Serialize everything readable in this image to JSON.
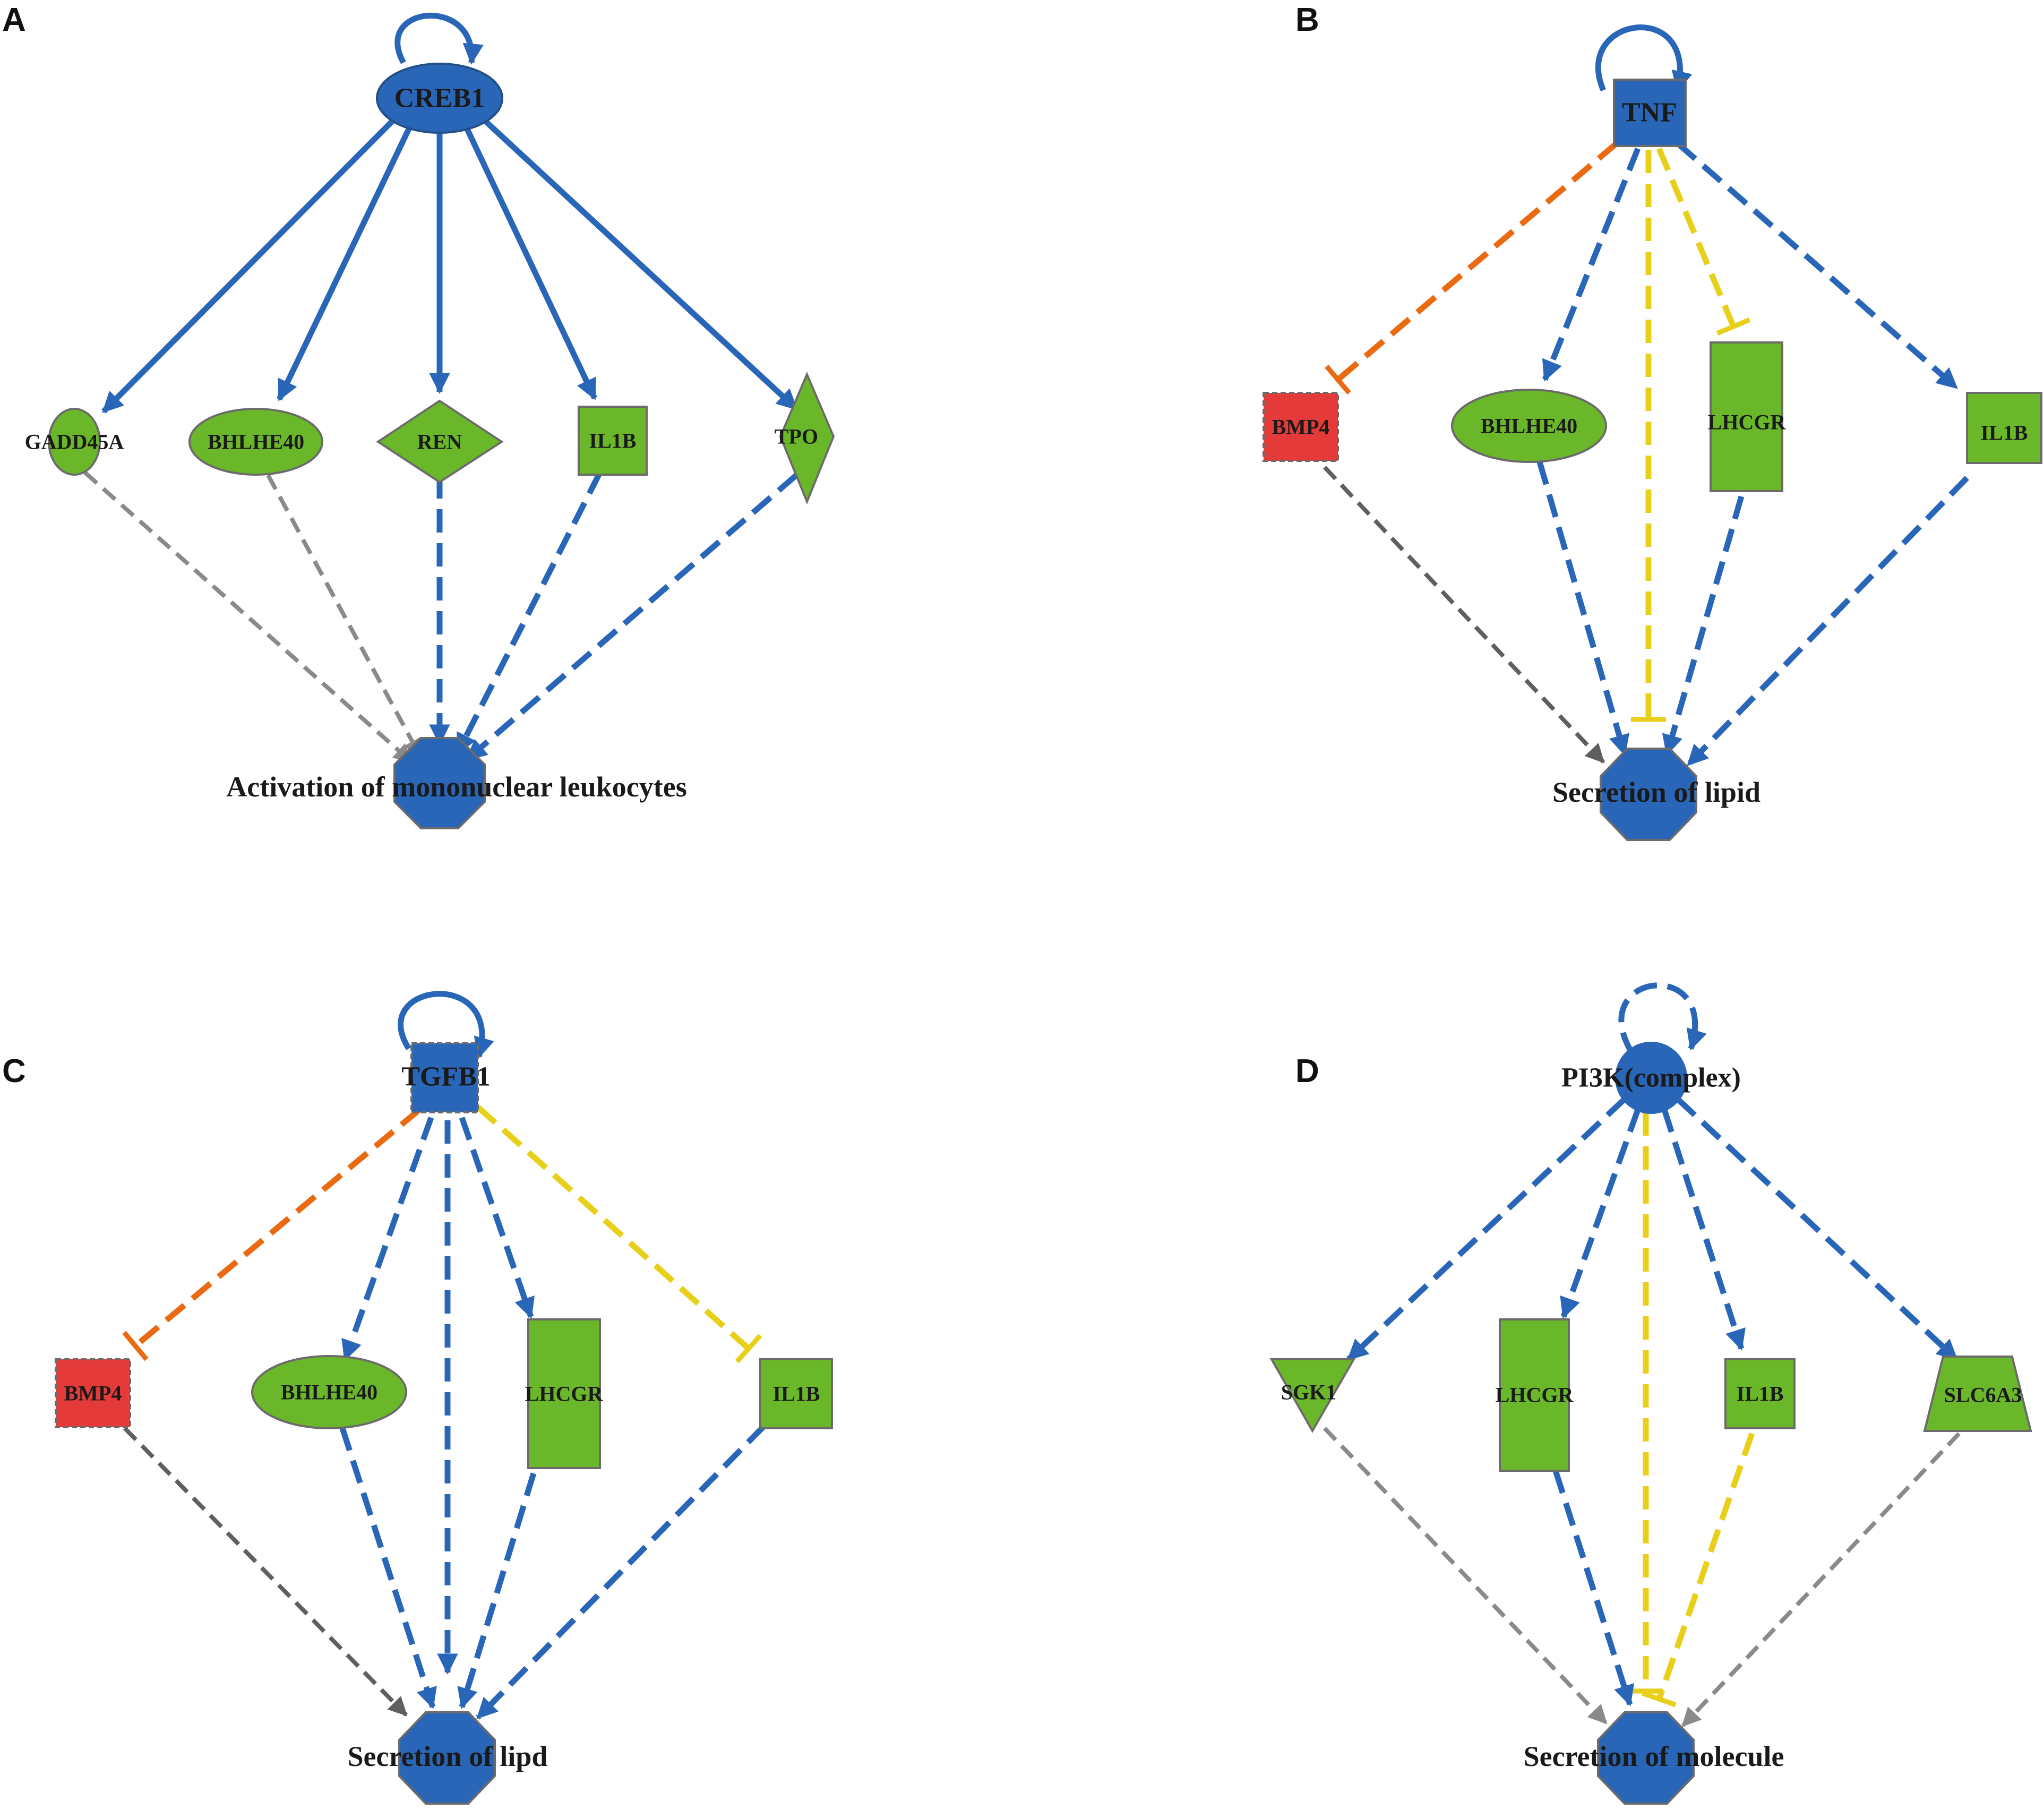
{
  "colors": {
    "blue": "#2a66b8",
    "green": "#6ab82a",
    "red": "#e43a3a",
    "orange": "#ea6a12",
    "yellow": "#e8cf1a",
    "gray": "#8a8a8a",
    "darkgray": "#5f5f5f",
    "outline": "#6b6b6b"
  },
  "panels": [
    {
      "letter": "A",
      "hub": "CREB1",
      "targets": [
        "GADD45A",
        "BHLHE40",
        "REN",
        "IL1B",
        "TPO"
      ],
      "function": "Activation of mononuclear leukocytes"
    },
    {
      "letter": "B",
      "hub": "TNF",
      "targets": [
        "BMP4",
        "BHLHE40",
        "LHCGR",
        "IL1B"
      ],
      "function": "Secretion of lipid"
    },
    {
      "letter": "C",
      "hub": "TGFB1",
      "targets": [
        "BMP4",
        "BHLHE40",
        "LHCGR",
        "IL1B"
      ],
      "function": "Secretion of lipd"
    },
    {
      "letter": "D",
      "hub": "PI3K(complex)",
      "targets": [
        "SGK1",
        "LHCGR",
        "IL1B",
        "SLC6A3"
      ],
      "function": "Secretion of molecule"
    }
  ]
}
